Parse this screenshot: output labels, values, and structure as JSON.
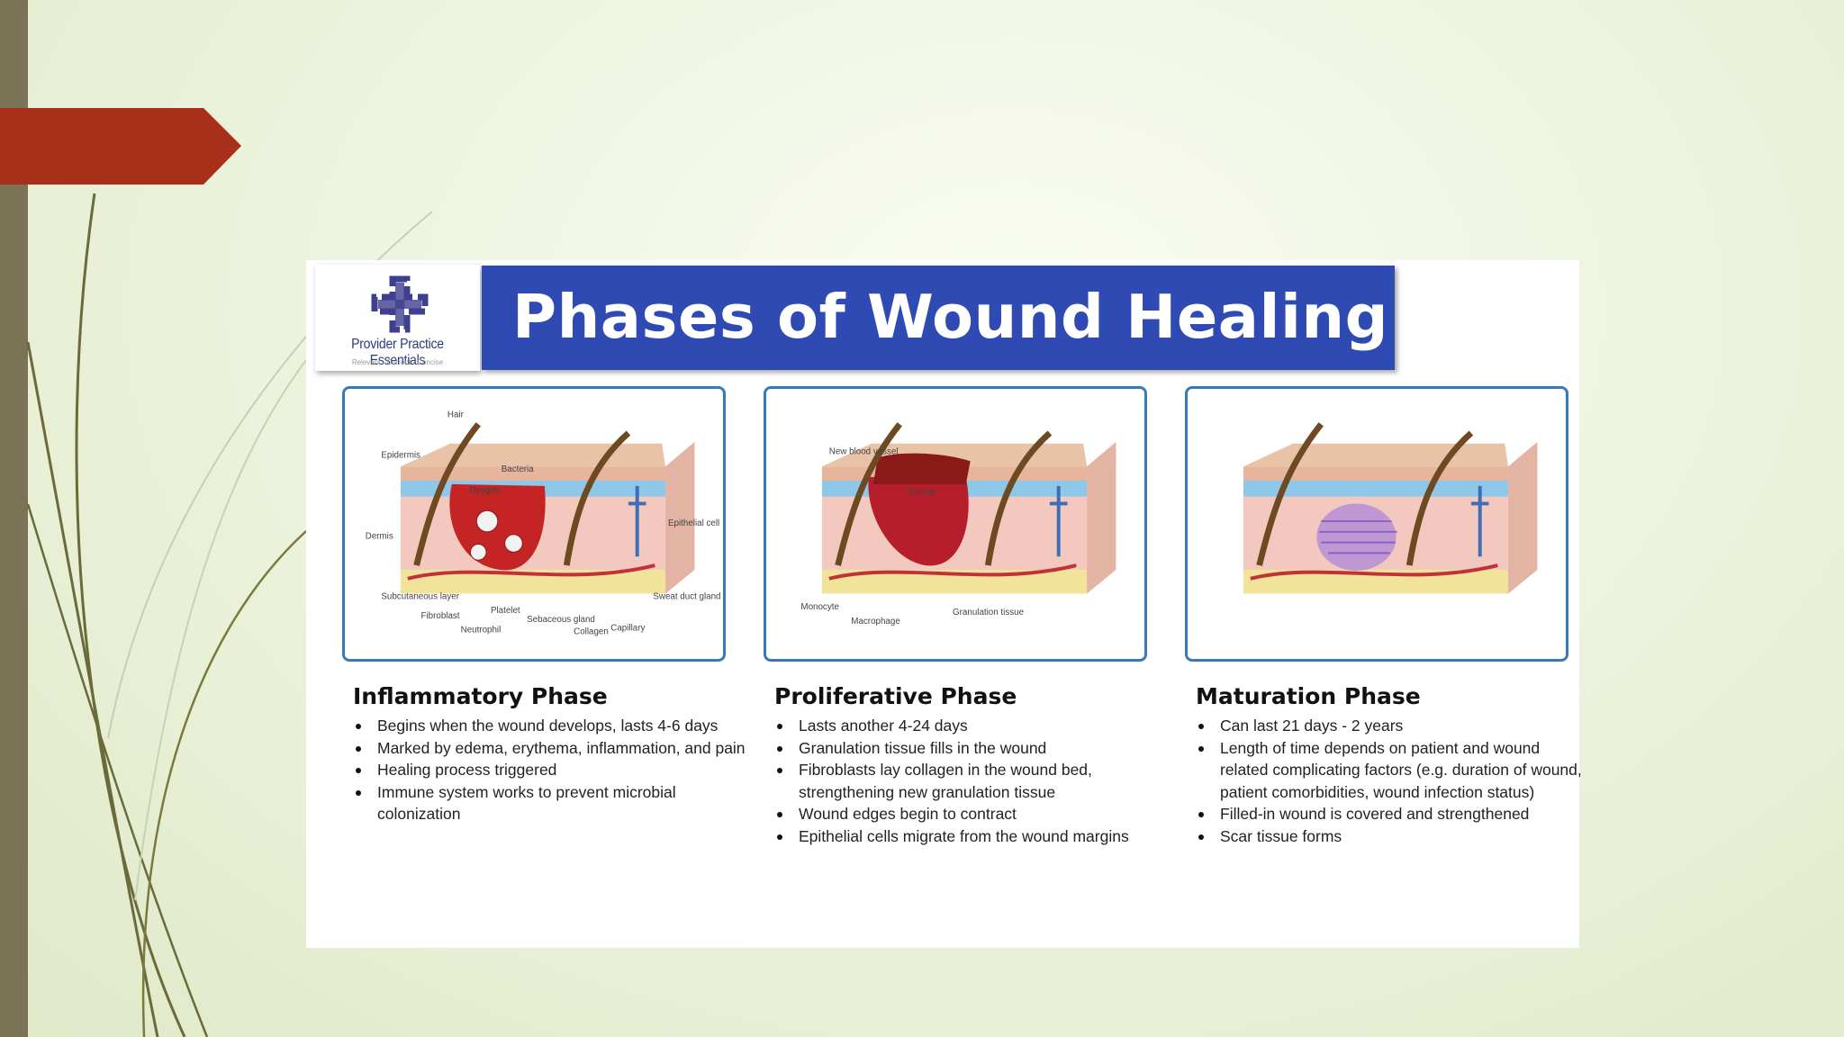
{
  "logo": {
    "name": "Provider Practice Essentials",
    "tagline": "Relevant · Current · Concise"
  },
  "title": "Phases of Wound Healing",
  "phases": [
    {
      "title": "Inflammatory Phase",
      "bullets": [
        "Begins when the wound develops, lasts 4-6 days",
        "Marked by edema, erythema, inflammation, and pain",
        "Healing process triggered",
        "Immune system works to prevent microbial colonization"
      ],
      "labels": {
        "hair": "Hair",
        "epidermis": "Epidermis",
        "bacteria": "Bacteria",
        "oxygen": "Oxygen",
        "dermis": "Dermis",
        "epithelial_cell": "Epithelial cell",
        "sweat_duct": "Sweat duct gland",
        "subcutaneous": "Subcutaneous layer",
        "fibroblast": "Fibroblast",
        "neutrophil": "Neutrophil",
        "platelet": "Platelet",
        "sebaceous": "Sebaceous gland",
        "collagen": "Collagen",
        "capillary": "Capillary"
      }
    },
    {
      "title": "Proliferative Phase",
      "bullets": [
        "Lasts another 4-24 days",
        "Granulation tissue fills in the wound",
        "Fibroblasts lay collagen in the wound bed, strengthening new granulation tissue",
        "Wound edges begin to contract",
        "Epithelial cells migrate from the wound margins"
      ],
      "labels": {
        "new_vessel": "New blood vessel",
        "eschar": "Eschar",
        "monocyte": "Monocyte",
        "macrophage": "Macrophage",
        "granulation": "Granulation tissue"
      }
    },
    {
      "title": "Maturation Phase",
      "bullets": [
        "Can last 21 days - 2 years",
        "Length of time depends on patient and wound related complicating factors (e.g. duration of wound, patient comorbidities, wound infection status)",
        "Filled-in wound is covered and strengthened",
        "Scar tissue forms"
      ]
    }
  ],
  "colors": {
    "banner": "#2f4ab3",
    "accent_arrow": "#a8301a",
    "left_bar": "#7b7355",
    "panel_border": "#3a79b8"
  }
}
